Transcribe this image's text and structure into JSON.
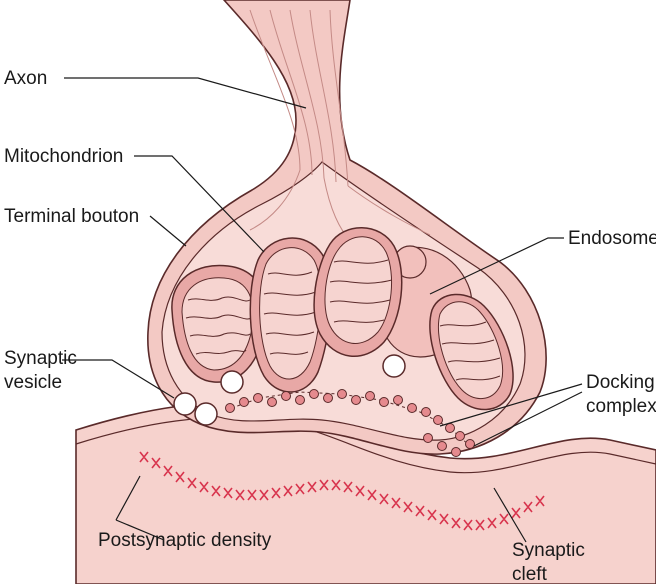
{
  "labels": {
    "axon": "Axon",
    "mitochondrion": "Mitochondrion",
    "terminal_bouton": "Terminal bouton",
    "synaptic_vesicle_line1": "Synaptic",
    "synaptic_vesicle_line2": "vesicle",
    "endosome": "Endosome",
    "docking_complex_line1": "Docking",
    "docking_complex_line2": "complex",
    "postsynaptic_density": "Postsynaptic density",
    "synaptic_cleft_line1": "Synaptic",
    "synaptic_cleft_line2": "cleft"
  },
  "colors": {
    "membrane_fill": "#f3c9c4",
    "cytoplasm_fill": "#f8dcd8",
    "mitochondria_fill": "#e8a8a6",
    "cristae_fill": "#f6d4d0",
    "postsynaptic_fill": "#f6d2cd",
    "density_mark": "#d8344d",
    "vesicle_fill": "#ffffff",
    "docking_bead": "#e58a8e",
    "outline": "#5a2a2a"
  }
}
